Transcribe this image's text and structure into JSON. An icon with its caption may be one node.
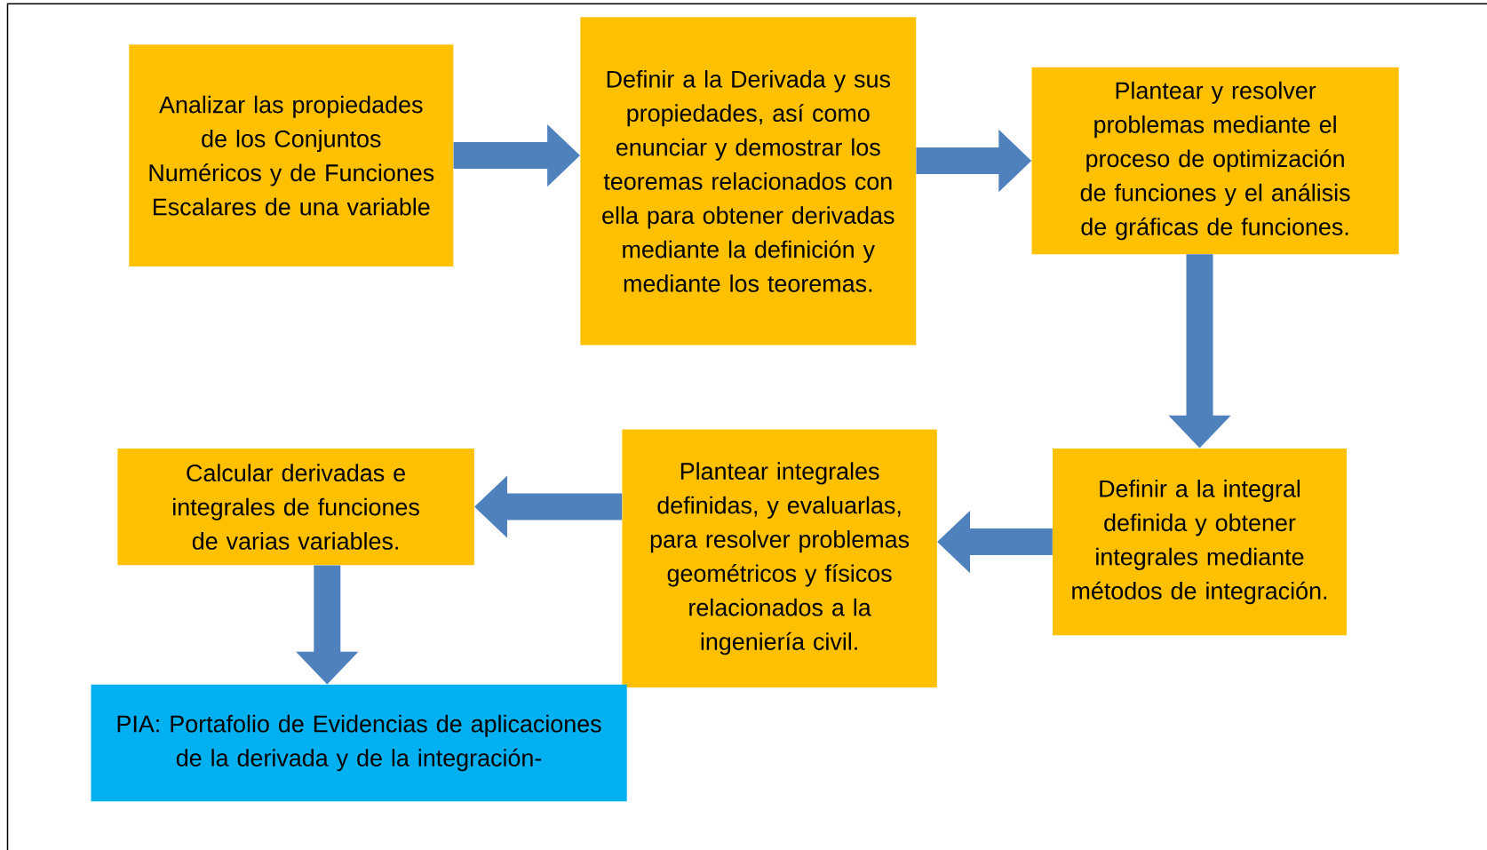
{
  "diagram": {
    "nodes": [
      {
        "text": [
          "Analizar las propiedades de los Conjuntos Numéricos y de Funciones Escalares de una variable"
        ]
      },
      {
        "text": [
          "Definir a la Derivada y sus propiedades, así como enunciar y demostrar los teoremas relacionados con ella para obtener derivadas mediante la definición y mediante los teoremas."
        ]
      },
      {
        "text": [
          "Plantear y resolver problemas mediante el proceso de optimización de funciones y el análisis de gráficas de funciones."
        ]
      },
      {
        "text": [
          "Definir a la integral definida y obtener integrales mediante métodos de integración."
        ]
      },
      {
        "text": [
          "Plantear integrales definidas, y evaluarlas, para resolver problemas geométricos y físicos relacionados a la ingeniería civil."
        ]
      },
      {
        "text": [
          "Calcular derivadas e integrales de funciones de varias variables."
        ]
      },
      {
        "text": [
          "PIA: Portafolio de Evidencias de aplicaciones de la derivada y de la integración-"
        ]
      }
    ],
    "edges": [
      {
        "from": 0,
        "to": 1,
        "arrow": "to"
      },
      {
        "from": 1,
        "to": 2,
        "arrow": "to"
      },
      {
        "from": 2,
        "to": 3,
        "arrow": "to"
      },
      {
        "from": 3,
        "to": 4,
        "arrow": "to"
      },
      {
        "from": 4,
        "to": 5,
        "arrow": "to"
      },
      {
        "from": 5,
        "to": 6,
        "arrow": "to"
      }
    ]
  }
}
